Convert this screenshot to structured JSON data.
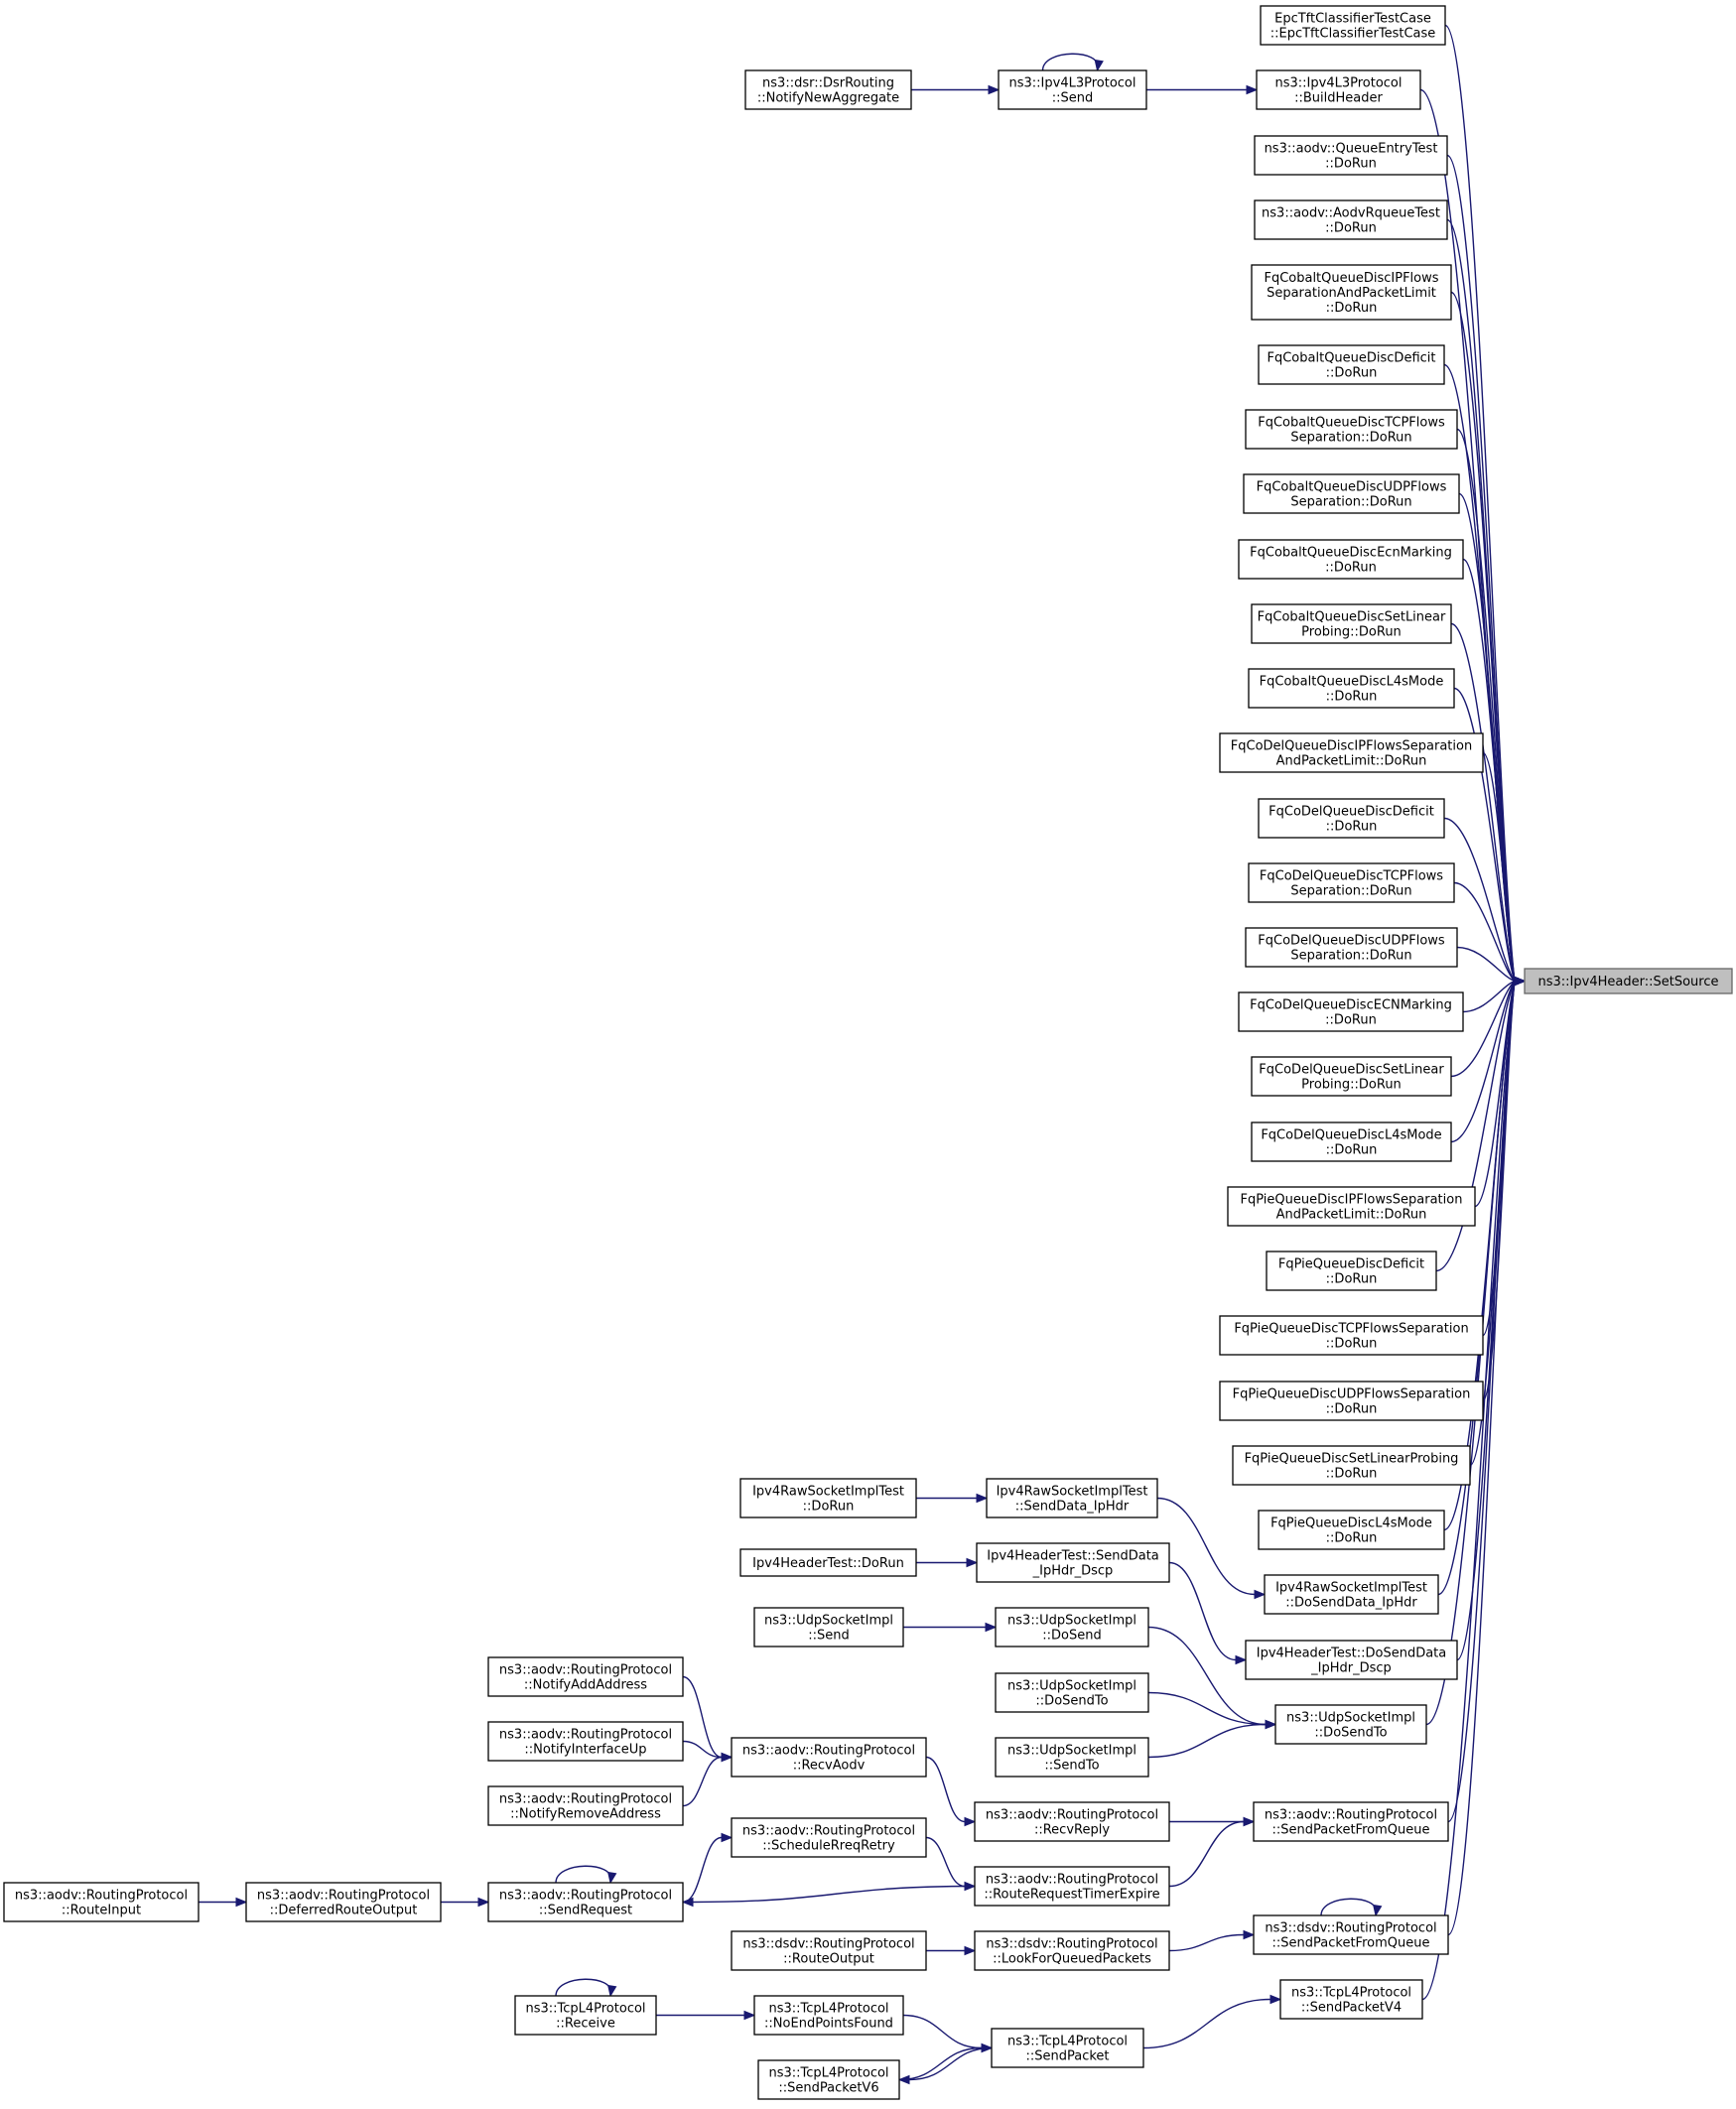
{
  "root": "n_root",
  "nodes": [
    {
      "id": "n_root",
      "lines": [
        "ns3::Ipv4Header::SetSource"
      ],
      "root": true
    },
    {
      "id": "n_epc",
      "lines": [
        "EpcTftClassifierTestCase",
        "::EpcTftClassifierTestCase"
      ]
    },
    {
      "id": "n_bh",
      "lines": [
        "ns3::Ipv4L3Protocol",
        "::BuildHeader"
      ]
    },
    {
      "id": "n_l3send",
      "lines": [
        "ns3::Ipv4L3Protocol",
        "::Send"
      ]
    },
    {
      "id": "n_dsr",
      "lines": [
        "ns3::dsr::DsrRouting",
        "::NotifyNewAggregate"
      ]
    },
    {
      "id": "n_qet",
      "lines": [
        "ns3::aodv::QueueEntryTest",
        "::DoRun"
      ]
    },
    {
      "id": "n_arq",
      "lines": [
        "ns3::aodv::AodvRqueueTest",
        "::DoRun"
      ]
    },
    {
      "id": "n_fc1",
      "lines": [
        "FqCobaltQueueDiscIPFlows",
        "SeparationAndPacketLimit",
        "::DoRun"
      ]
    },
    {
      "id": "n_fc2",
      "lines": [
        "FqCobaltQueueDiscDeficit",
        "::DoRun"
      ]
    },
    {
      "id": "n_fc3",
      "lines": [
        "FqCobaltQueueDiscTCPFlows",
        "Separation::DoRun"
      ]
    },
    {
      "id": "n_fc4",
      "lines": [
        "FqCobaltQueueDiscUDPFlows",
        "Separation::DoRun"
      ]
    },
    {
      "id": "n_fc5",
      "lines": [
        "FqCobaltQueueDiscEcnMarking",
        "::DoRun"
      ]
    },
    {
      "id": "n_fc6",
      "lines": [
        "FqCobaltQueueDiscSetLinear",
        "Probing::DoRun"
      ]
    },
    {
      "id": "n_fc7",
      "lines": [
        "FqCobaltQueueDiscL4sMode",
        "::DoRun"
      ]
    },
    {
      "id": "n_fd1",
      "lines": [
        "FqCoDelQueueDiscIPFlowsSeparation",
        "AndPacketLimit::DoRun"
      ]
    },
    {
      "id": "n_fd2",
      "lines": [
        "FqCoDelQueueDiscDeficit",
        "::DoRun"
      ]
    },
    {
      "id": "n_fd3",
      "lines": [
        "FqCoDelQueueDiscTCPFlows",
        "Separation::DoRun"
      ]
    },
    {
      "id": "n_fd4",
      "lines": [
        "FqCoDelQueueDiscUDPFlows",
        "Separation::DoRun"
      ]
    },
    {
      "id": "n_fd5",
      "lines": [
        "FqCoDelQueueDiscECNMarking",
        "::DoRun"
      ]
    },
    {
      "id": "n_fd6",
      "lines": [
        "FqCoDelQueueDiscSetLinear",
        "Probing::DoRun"
      ]
    },
    {
      "id": "n_fd7",
      "lines": [
        "FqCoDelQueueDiscL4sMode",
        "::DoRun"
      ]
    },
    {
      "id": "n_fp1",
      "lines": [
        "FqPieQueueDiscIPFlowsSeparation",
        "AndPacketLimit::DoRun"
      ]
    },
    {
      "id": "n_fp2",
      "lines": [
        "FqPieQueueDiscDeficit",
        "::DoRun"
      ]
    },
    {
      "id": "n_fp3",
      "lines": [
        "FqPieQueueDiscTCPFlowsSeparation",
        "::DoRun"
      ]
    },
    {
      "id": "n_fp4",
      "lines": [
        "FqPieQueueDiscUDPFlowsSeparation",
        "::DoRun"
      ]
    },
    {
      "id": "n_fp5",
      "lines": [
        "FqPieQueueDiscSetLinearProbing",
        "::DoRun"
      ]
    },
    {
      "id": "n_fp6",
      "lines": [
        "FqPieQueueDiscL4sMode",
        "::DoRun"
      ]
    },
    {
      "id": "n_rawdo",
      "lines": [
        "Ipv4RawSocketImplTest",
        "::DoSendData_IpHdr"
      ]
    },
    {
      "id": "n_rawsd",
      "lines": [
        "Ipv4RawSocketImplTest",
        "::SendData_IpHdr"
      ]
    },
    {
      "id": "n_rawrun",
      "lines": [
        "Ipv4RawSocketImplTest",
        "::DoRun"
      ]
    },
    {
      "id": "n_hdo",
      "lines": [
        "Ipv4HeaderTest::DoSendData",
        "_IpHdr_Dscp"
      ]
    },
    {
      "id": "n_hsd",
      "lines": [
        "Ipv4HeaderTest::SendData",
        "_IpHdr_Dscp"
      ]
    },
    {
      "id": "n_hrun",
      "lines": [
        "Ipv4HeaderTest::DoRun"
      ]
    },
    {
      "id": "n_udst",
      "lines": [
        "ns3::UdpSocketImpl",
        "::DoSendTo"
      ]
    },
    {
      "id": "n_uds",
      "lines": [
        "ns3::UdpSocketImpl",
        "::DoSend"
      ]
    },
    {
      "id": "n_us",
      "lines": [
        "ns3::UdpSocketImpl",
        "::Send"
      ]
    },
    {
      "id": "n_udst2",
      "lines": [
        "ns3::UdpSocketImpl",
        "::DoSendTo"
      ]
    },
    {
      "id": "n_ust",
      "lines": [
        "ns3::UdpSocketImpl",
        "::SendTo"
      ]
    },
    {
      "id": "n_aspfq",
      "lines": [
        "ns3::aodv::RoutingProtocol",
        "::SendPacketFromQueue"
      ]
    },
    {
      "id": "n_arr",
      "lines": [
        "ns3::aodv::RoutingProtocol",
        "::RecvReply"
      ]
    },
    {
      "id": "n_ara",
      "lines": [
        "ns3::aodv::RoutingProtocol",
        "::RecvAodv"
      ]
    },
    {
      "id": "n_anaa",
      "lines": [
        "ns3::aodv::RoutingProtocol",
        "::NotifyAddAddress"
      ]
    },
    {
      "id": "n_aniu",
      "lines": [
        "ns3::aodv::RoutingProtocol",
        "::NotifyInterfaceUp"
      ]
    },
    {
      "id": "n_anra",
      "lines": [
        "ns3::aodv::RoutingProtocol",
        "::NotifyRemoveAddress"
      ]
    },
    {
      "id": "n_artte",
      "lines": [
        "ns3::aodv::RoutingProtocol",
        "::RouteRequestTimerExpire"
      ]
    },
    {
      "id": "n_asrr",
      "lines": [
        "ns3::aodv::RoutingProtocol",
        "::ScheduleRreqRetry"
      ]
    },
    {
      "id": "n_asr",
      "lines": [
        "ns3::aodv::RoutingProtocol",
        "::SendRequest"
      ]
    },
    {
      "id": "n_adro",
      "lines": [
        "ns3::aodv::RoutingProtocol",
        "::DeferredRouteOutput"
      ]
    },
    {
      "id": "n_ari",
      "lines": [
        "ns3::aodv::RoutingProtocol",
        "::RouteInput"
      ]
    },
    {
      "id": "n_dspfq",
      "lines": [
        "ns3::dsdv::RoutingProtocol",
        "::SendPacketFromQueue"
      ]
    },
    {
      "id": "n_dlfqp",
      "lines": [
        "ns3::dsdv::RoutingProtocol",
        "::LookForQueuedPackets"
      ]
    },
    {
      "id": "n_dro",
      "lines": [
        "ns3::dsdv::RoutingProtocol",
        "::RouteOutput"
      ]
    },
    {
      "id": "n_tspv4",
      "lines": [
        "ns3::TcpL4Protocol",
        "::SendPacketV4"
      ]
    },
    {
      "id": "n_tsp",
      "lines": [
        "ns3::TcpL4Protocol",
        "::SendPacket"
      ]
    },
    {
      "id": "n_tnepf",
      "lines": [
        "ns3::TcpL4Protocol",
        "::NoEndPointsFound"
      ]
    },
    {
      "id": "n_trecv",
      "lines": [
        "ns3::TcpL4Protocol",
        "::Receive"
      ]
    },
    {
      "id": "n_tspv6",
      "lines": [
        "ns3::TcpL4Protocol",
        "::SendPacketV6"
      ]
    }
  ],
  "edges": [
    [
      "n_epc",
      "n_root"
    ],
    [
      "n_bh",
      "n_root"
    ],
    [
      "n_qet",
      "n_root"
    ],
    [
      "n_arq",
      "n_root"
    ],
    [
      "n_fc1",
      "n_root"
    ],
    [
      "n_fc2",
      "n_root"
    ],
    [
      "n_fc3",
      "n_root"
    ],
    [
      "n_fc4",
      "n_root"
    ],
    [
      "n_fc5",
      "n_root"
    ],
    [
      "n_fc6",
      "n_root"
    ],
    [
      "n_fc7",
      "n_root"
    ],
    [
      "n_fd1",
      "n_root"
    ],
    [
      "n_fd2",
      "n_root"
    ],
    [
      "n_fd3",
      "n_root"
    ],
    [
      "n_fd4",
      "n_root"
    ],
    [
      "n_fd5",
      "n_root"
    ],
    [
      "n_fd6",
      "n_root"
    ],
    [
      "n_fd7",
      "n_root"
    ],
    [
      "n_fp1",
      "n_root"
    ],
    [
      "n_fp2",
      "n_root"
    ],
    [
      "n_fp3",
      "n_root"
    ],
    [
      "n_fp4",
      "n_root"
    ],
    [
      "n_fp5",
      "n_root"
    ],
    [
      "n_fp6",
      "n_root"
    ],
    [
      "n_rawdo",
      "n_root"
    ],
    [
      "n_hdo",
      "n_root"
    ],
    [
      "n_udst",
      "n_root"
    ],
    [
      "n_aspfq",
      "n_root"
    ],
    [
      "n_dspfq",
      "n_root"
    ],
    [
      "n_tspv4",
      "n_root"
    ],
    [
      "n_l3send",
      "n_bh"
    ],
    [
      "n_l3send",
      "n_l3send"
    ],
    [
      "n_dsr",
      "n_l3send"
    ],
    [
      "n_rawsd",
      "n_rawdo"
    ],
    [
      "n_rawrun",
      "n_rawsd"
    ],
    [
      "n_hsd",
      "n_hdo"
    ],
    [
      "n_hrun",
      "n_hsd"
    ],
    [
      "n_uds",
      "n_udst"
    ],
    [
      "n_udst2",
      "n_udst"
    ],
    [
      "n_ust",
      "n_udst"
    ],
    [
      "n_us",
      "n_uds"
    ],
    [
      "n_arr",
      "n_aspfq"
    ],
    [
      "n_artte",
      "n_aspfq"
    ],
    [
      "n_ara",
      "n_arr"
    ],
    [
      "n_anaa",
      "n_ara"
    ],
    [
      "n_aniu",
      "n_ara"
    ],
    [
      "n_anra",
      "n_ara"
    ],
    [
      "n_asrr",
      "n_artte"
    ],
    [
      "n_asr",
      "n_asrr"
    ],
    [
      "n_artte",
      "n_asr"
    ],
    [
      "n_asr",
      "n_asr"
    ],
    [
      "n_adro",
      "n_asr"
    ],
    [
      "n_ari",
      "n_adro"
    ],
    [
      "n_dlfqp",
      "n_dspfq"
    ],
    [
      "n_dspfq",
      "n_dspfq"
    ],
    [
      "n_dro",
      "n_dlfqp"
    ],
    [
      "n_tsp",
      "n_tspv4"
    ],
    [
      "n_tnepf",
      "n_tsp"
    ],
    [
      "n_trecv",
      "n_tnepf"
    ],
    [
      "n_trecv",
      "n_trecv"
    ],
    [
      "n_tsp",
      "n_tspv6"
    ],
    [
      "n_tspv6",
      "n_tsp"
    ]
  ]
}
